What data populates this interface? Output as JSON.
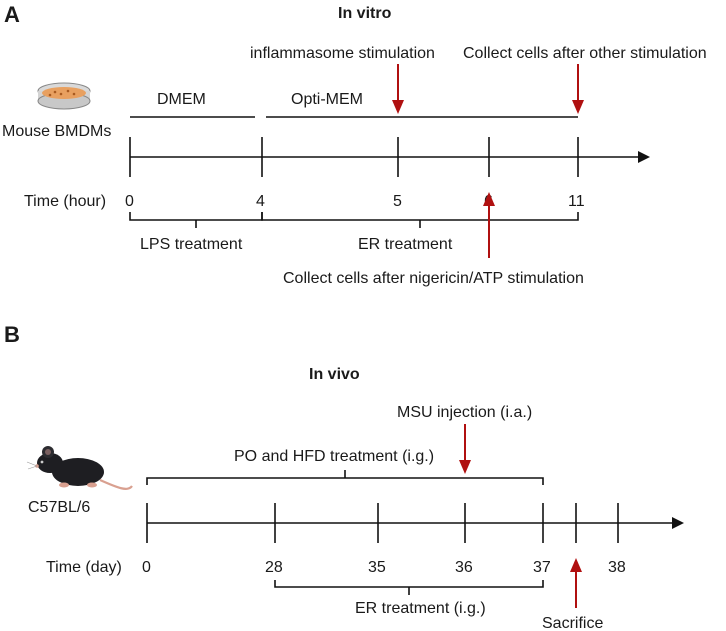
{
  "colors": {
    "arrow": "#b01010",
    "line": "#111111",
    "text": "#1a1a1a"
  },
  "panel_a": {
    "letter": "A",
    "title": "In vitro",
    "subject": "Mouse BMDMs",
    "subject_icon": "culture-dish-icon",
    "time_label": "Time (hour)",
    "ticks": [
      "0",
      "4",
      "5",
      "6",
      "11"
    ],
    "media": [
      "DMEM",
      "Opti-MEM"
    ],
    "phases": [
      "LPS treatment",
      "ER treatment"
    ],
    "events": {
      "inflammasome": "inflammasome stimulation",
      "collect_other": "Collect cells after other stimulation",
      "collect_nigericin": "Collect cells after nigericin/ATP stimulation"
    }
  },
  "panel_b": {
    "letter": "B",
    "title": "In vivo",
    "subject": "C57BL/6",
    "subject_icon": "mouse-icon",
    "time_label": "Time (day)",
    "ticks": [
      "0",
      "28",
      "35",
      "36",
      "37",
      "38"
    ],
    "phases": {
      "po_hfd": "PO and HFD treatment (i.g.)",
      "er": "ER treatment (i.g.)"
    },
    "events": {
      "msu": "MSU injection (i.a.)",
      "sacrifice": "Sacrifice"
    }
  }
}
